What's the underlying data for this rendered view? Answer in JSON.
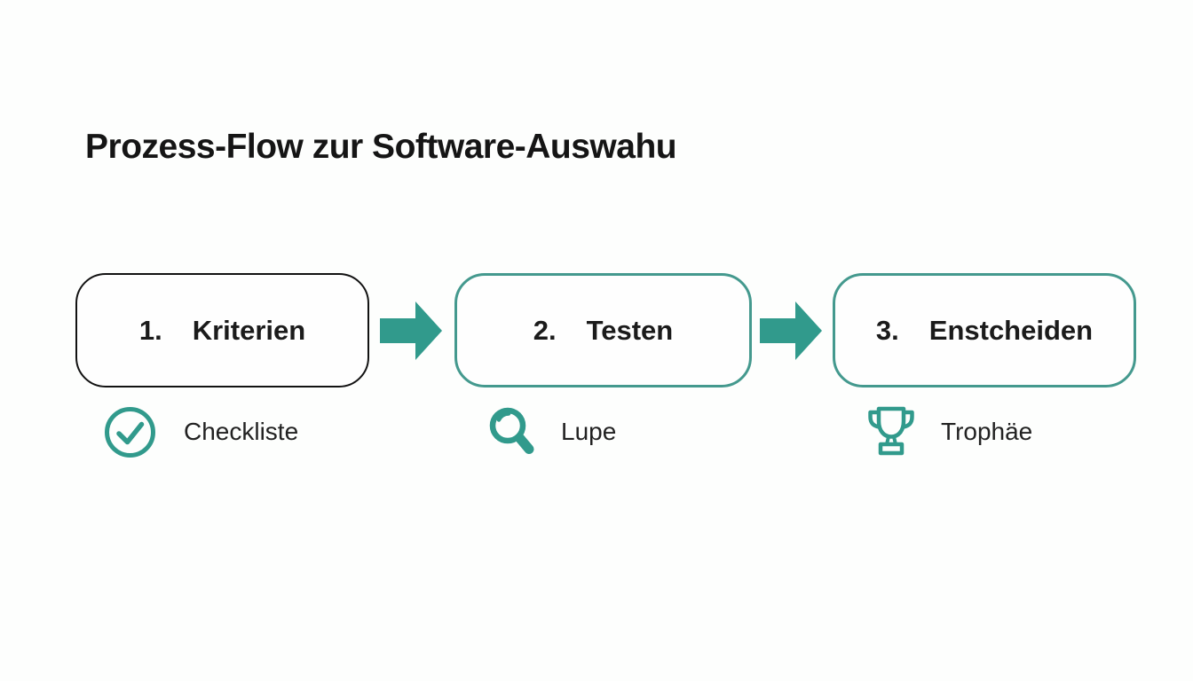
{
  "title": "Prozess-Flow zur Software-Auswahu",
  "colors": {
    "teal": "#319a8c",
    "teal_border": "#44998e",
    "box1_border": "#121212",
    "background": "#fdfefd",
    "text": "#1b1b1b"
  },
  "steps": [
    {
      "number": "1.",
      "label": "Kriterien",
      "border_color": "black"
    },
    {
      "number": "2.",
      "label": "Testen",
      "border_color": "teal"
    },
    {
      "number": "3.",
      "label": "Enstcheiden",
      "border_color": "teal"
    }
  ],
  "legend": [
    {
      "icon": "check-circle-icon",
      "label": "Checkliste"
    },
    {
      "icon": "magnifier-icon",
      "label": "Lupe"
    },
    {
      "icon": "trophy-icon",
      "label": "Trophäe"
    }
  ]
}
